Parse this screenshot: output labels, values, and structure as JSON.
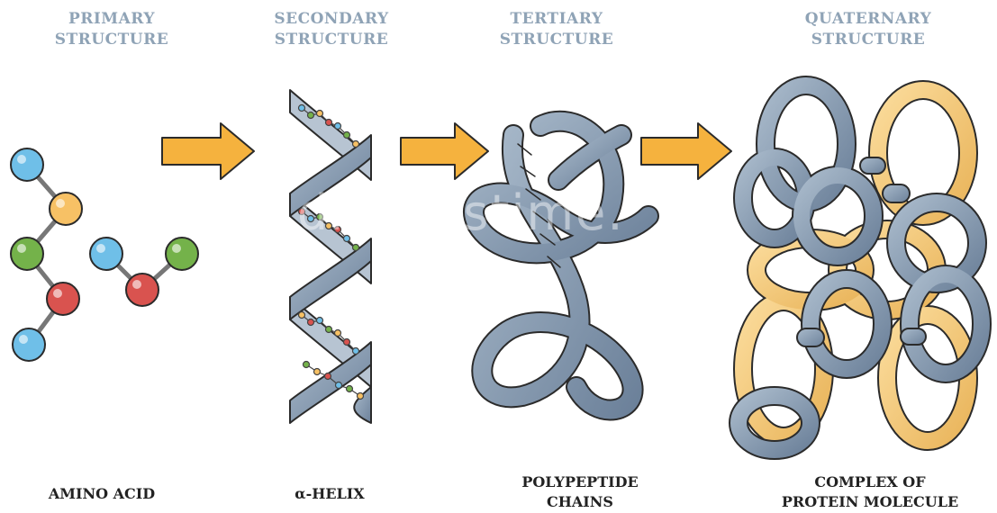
{
  "headings": [
    {
      "id": "primary",
      "text": "PRIMARY\nSTRUCTURE"
    },
    {
      "id": "secondary",
      "text": "SECONDARY\nSTRUCTURE"
    },
    {
      "id": "tertiary",
      "text": "TERTIARY\nSTRUCTURE"
    },
    {
      "id": "quaternary",
      "text": "QUATERNARY\nSTRUCTURE"
    }
  ],
  "captions": [
    {
      "id": "amino",
      "text": "AMINO ACID"
    },
    {
      "id": "helix",
      "text": "α-HELIX"
    },
    {
      "id": "poly",
      "text": "POLYPEPTIDE\nCHAINS"
    },
    {
      "id": "complex",
      "text": "COMPLEX OF\nPROTEIN MOLECULE"
    }
  ],
  "watermark": "dreamstime.",
  "colors": {
    "heading": "#8fa3b6",
    "caption": "#222222",
    "arrow": "#f5b23e",
    "arrow_outline": "#2b2b2b",
    "chain_blue": "#8094ab",
    "chain_yellow": "#f3c775",
    "atom_blue": "#6fbfe8",
    "atom_orange": "#f7c165",
    "atom_green": "#74b24a",
    "atom_red": "#d9534f"
  },
  "icons": [
    "amino-acid-chain-icon",
    "alpha-helix-icon",
    "tertiary-fold-icon",
    "quaternary-complex-icon",
    "right-arrow-icon"
  ]
}
